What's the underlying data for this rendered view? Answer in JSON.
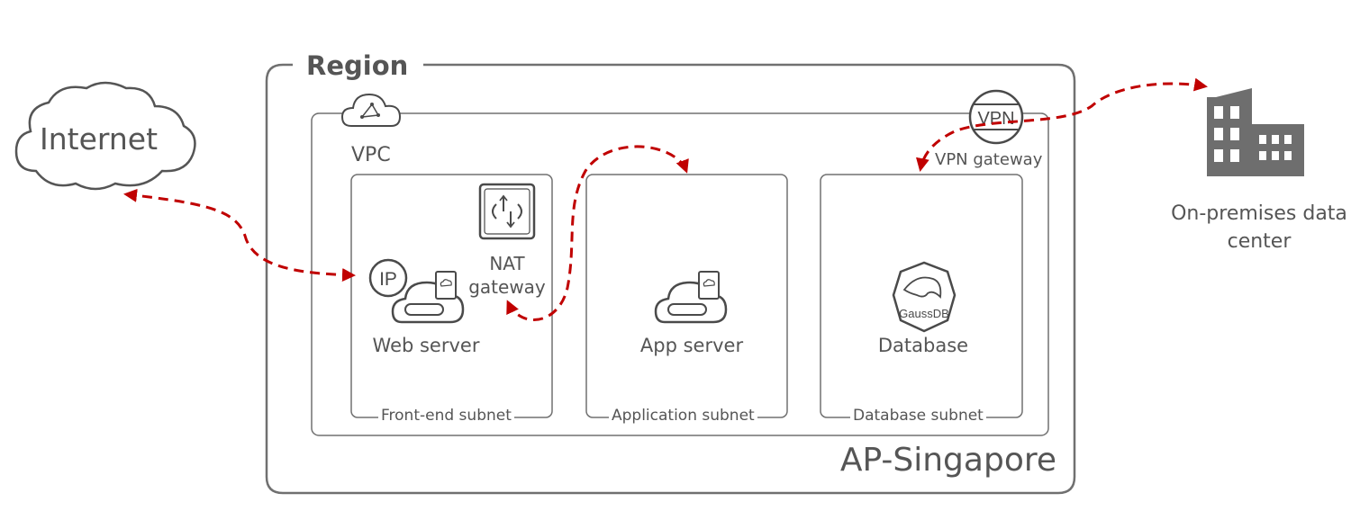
{
  "region": {
    "title": "Region",
    "name": "AP-Singapore"
  },
  "vpc": {
    "label": "VPC"
  },
  "internet": {
    "label": "Internet"
  },
  "onprem": {
    "label": "On-premises data center"
  },
  "vpn_gateway": {
    "label": "VPN gateway",
    "badge": "VPN"
  },
  "nat_gateway": {
    "label": "NAT gateway"
  },
  "elastic_ip": {
    "badge": "IP"
  },
  "servers": {
    "web": "Web server",
    "app": "App server",
    "db": "Database",
    "db_logo": "GaussDB"
  },
  "subnets": {
    "front": "Front-end subnet",
    "app": "Application subnet",
    "db": "Database subnet"
  },
  "colors": {
    "flow": "#c00000",
    "line": "#707070",
    "icon": "#4a4a4a",
    "building": "#6e6e6e"
  },
  "icons": [
    "cloud-icon",
    "vpc-icon",
    "vpn-icon",
    "nat-gateway-icon",
    "elastic-ip-icon",
    "ecs-server-icon",
    "gaussdb-icon",
    "building-icon"
  ]
}
